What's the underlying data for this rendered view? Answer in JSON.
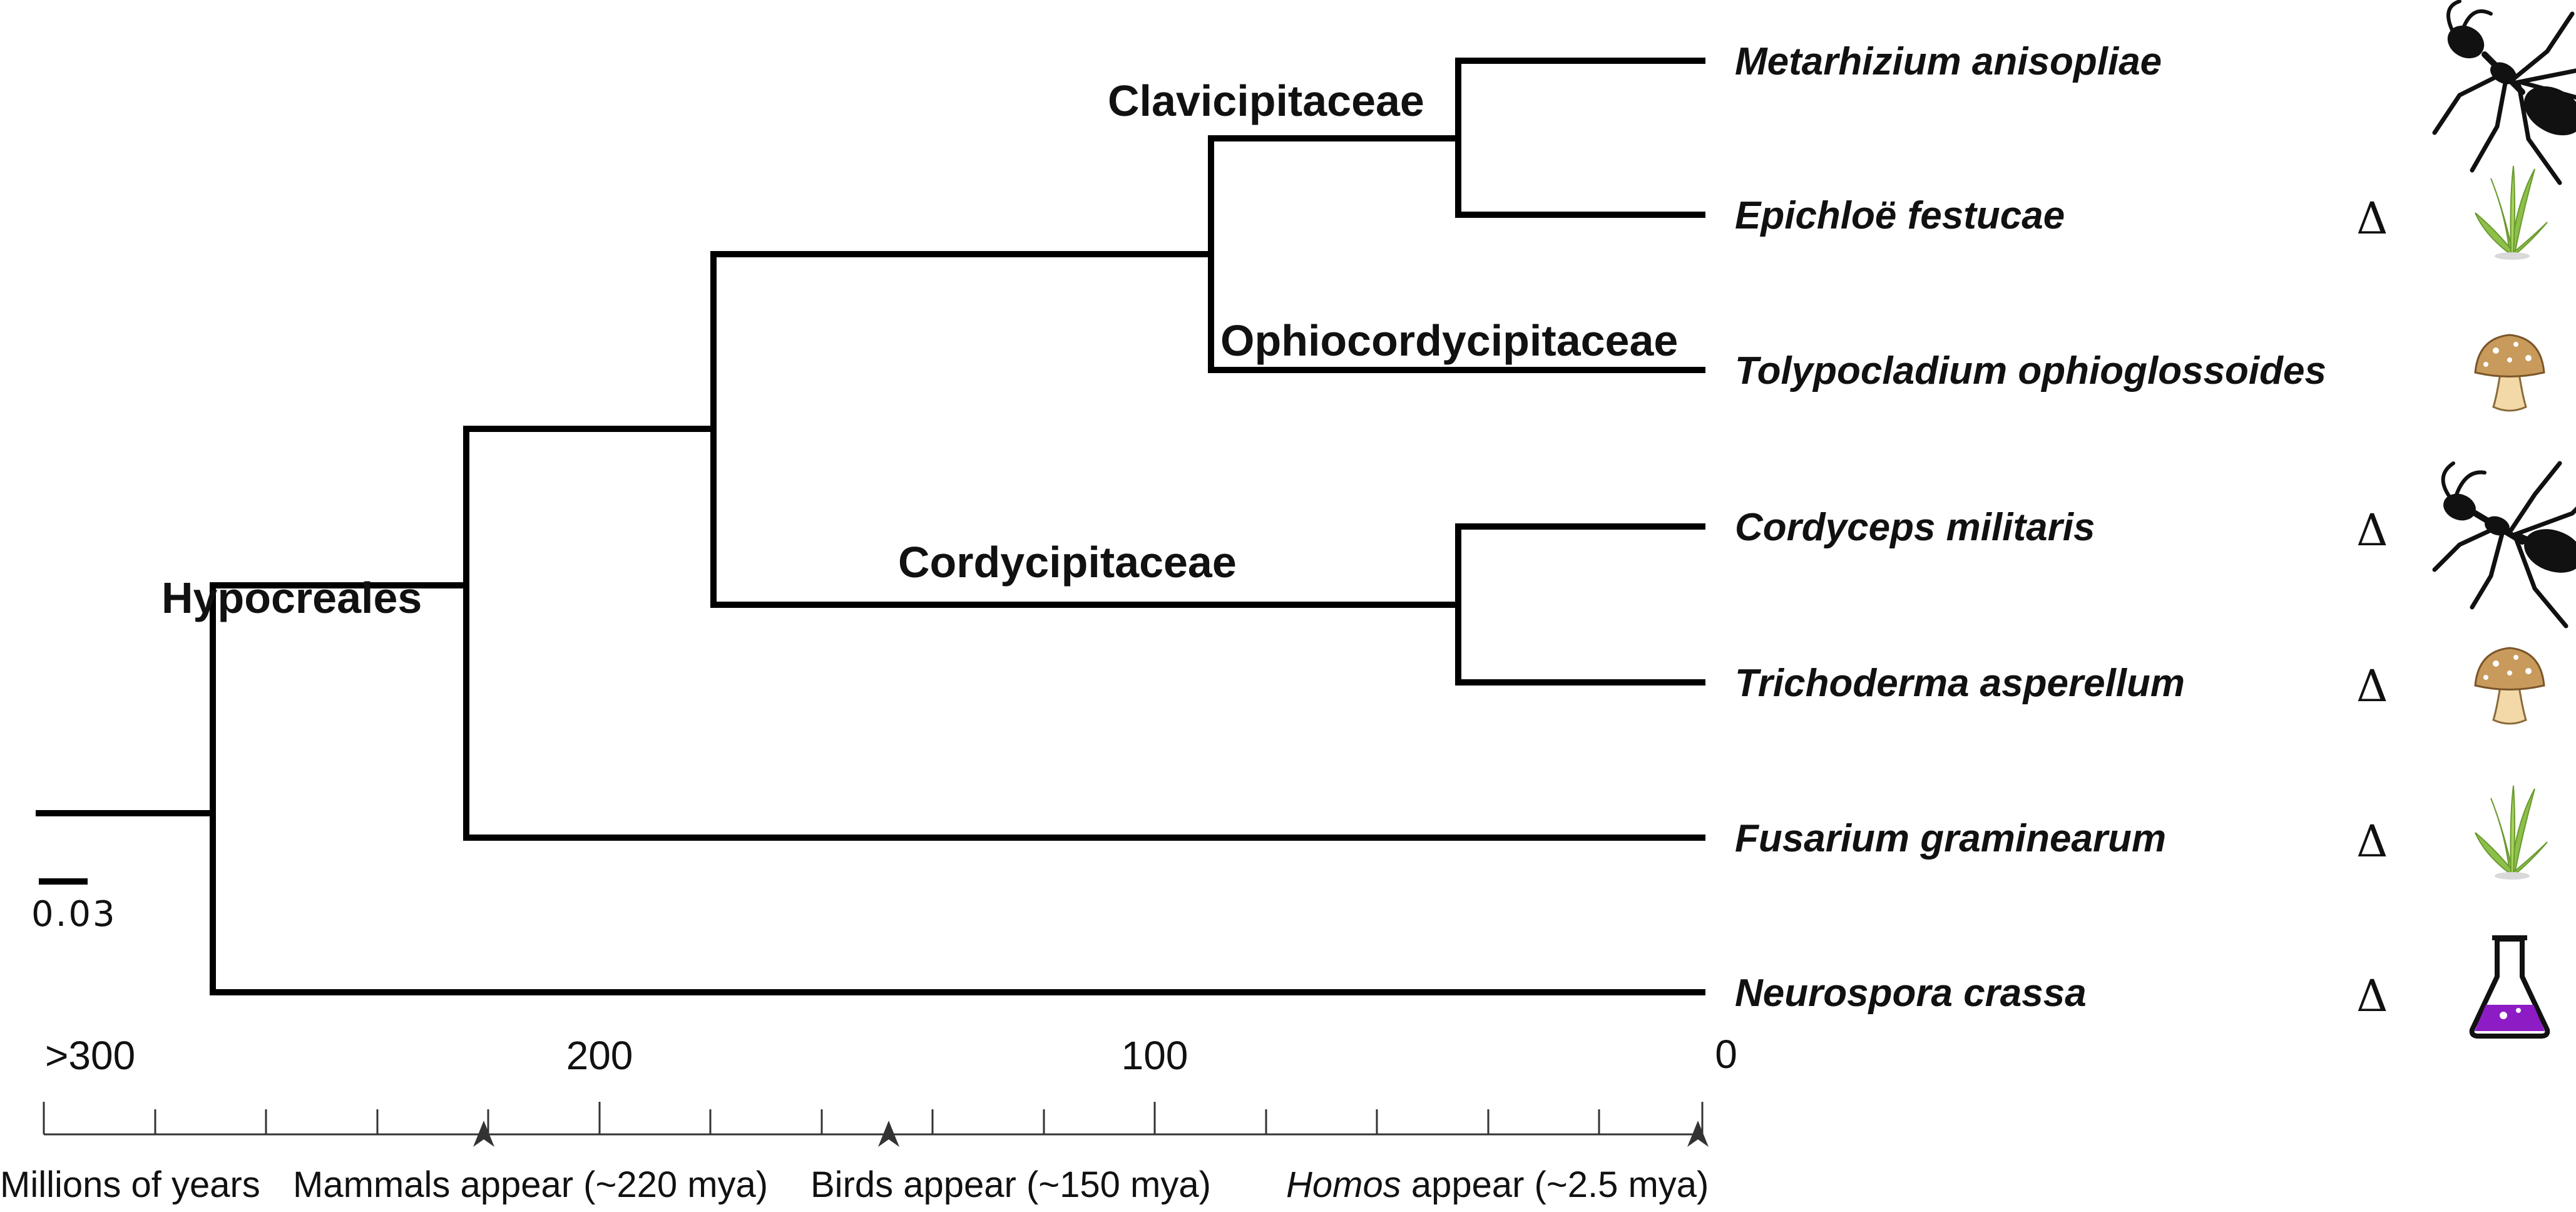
{
  "clades": {
    "hypocreales": "Hypocreales",
    "clavicipitaceae": "Clavicipitaceae",
    "ophiocordycipitaceae": "Ophiocordycipitaceae",
    "cordycipitaceae": "Cordycipitaceae"
  },
  "taxa": [
    {
      "name": "Metarhizium anisopliae",
      "delta": "",
      "icon": "ant-icon"
    },
    {
      "name": "Epichloë festucae",
      "delta": "Δ",
      "icon": "grass-icon"
    },
    {
      "name": "Tolypocladium ophioglossoides",
      "delta": "",
      "icon": "mushroom-icon"
    },
    {
      "name": "Cordyceps militaris",
      "delta": "Δ",
      "icon": "ant-icon"
    },
    {
      "name": "Trichoderma asperellum",
      "delta": "Δ",
      "icon": "mushroom-icon"
    },
    {
      "name": "Fusarium graminearum",
      "delta": "Δ",
      "icon": "grass-icon"
    },
    {
      "name": "Neurospora crassa",
      "delta": "Δ",
      "icon": "flask-icon"
    }
  ],
  "scale_bar": {
    "label": "0.03"
  },
  "time_axis": {
    "ticks": [
      ">300",
      "200",
      "100",
      "0"
    ],
    "unit_label": "Millions of years",
    "events": [
      {
        "label": "Mammals appear (~220 mya)"
      },
      {
        "label": "Birds appear (~150 mya)"
      },
      {
        "label_italic": "Homos",
        "label_rest": " appear (~2.5 mya)"
      }
    ]
  },
  "colors": {
    "line": "#000000",
    "flask_liquid": "#8e1cc4",
    "mushroom_cap": "#c89a5c",
    "grass": "#8cc04a"
  }
}
